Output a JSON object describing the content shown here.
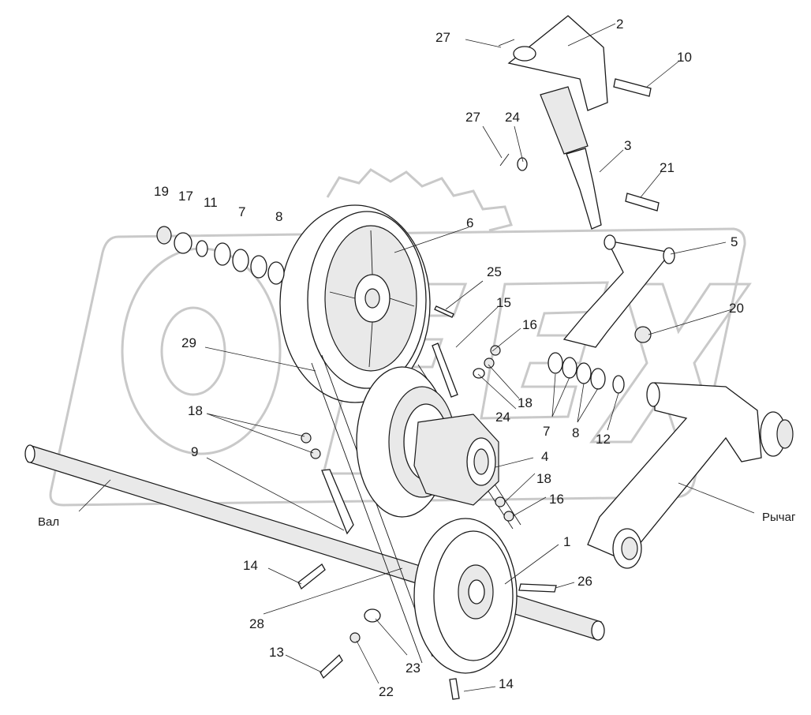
{
  "drawing": {
    "callouts": [
      {
        "id": "c2",
        "text": "2"
      },
      {
        "id": "c10",
        "text": "10"
      },
      {
        "id": "c27a",
        "text": "27"
      },
      {
        "id": "c27b",
        "text": "27"
      },
      {
        "id": "c24a",
        "text": "24"
      },
      {
        "id": "c3",
        "text": "3"
      },
      {
        "id": "c21",
        "text": "21"
      },
      {
        "id": "c19",
        "text": "19"
      },
      {
        "id": "c17",
        "text": "17"
      },
      {
        "id": "c11",
        "text": "11"
      },
      {
        "id": "c7a",
        "text": "7"
      },
      {
        "id": "c8a",
        "text": "8"
      },
      {
        "id": "c6",
        "text": "6"
      },
      {
        "id": "c5",
        "text": "5"
      },
      {
        "id": "c25",
        "text": "25"
      },
      {
        "id": "c15",
        "text": "15"
      },
      {
        "id": "c16a",
        "text": "16"
      },
      {
        "id": "c20",
        "text": "20"
      },
      {
        "id": "c29",
        "text": "29"
      },
      {
        "id": "c18a",
        "text": "18"
      },
      {
        "id": "c24b",
        "text": "24"
      },
      {
        "id": "c18b",
        "text": "18"
      },
      {
        "id": "c7b",
        "text": "7"
      },
      {
        "id": "c8b",
        "text": "8"
      },
      {
        "id": "c12",
        "text": "12"
      },
      {
        "id": "c9",
        "text": "9"
      },
      {
        "id": "c4",
        "text": "4"
      },
      {
        "id": "c18c",
        "text": "18"
      },
      {
        "id": "c16b",
        "text": "16"
      },
      {
        "id": "c1",
        "text": "1"
      },
      {
        "id": "c14a",
        "text": "14"
      },
      {
        "id": "c26",
        "text": "26"
      },
      {
        "id": "c28",
        "text": "28"
      },
      {
        "id": "c23",
        "text": "23"
      },
      {
        "id": "c13",
        "text": "13"
      },
      {
        "id": "c22",
        "text": "22"
      },
      {
        "id": "c14b",
        "text": "14"
      }
    ],
    "labels": {
      "shaft": "Вал",
      "lever": "Рычаг"
    },
    "watermark": "OFEX"
  }
}
